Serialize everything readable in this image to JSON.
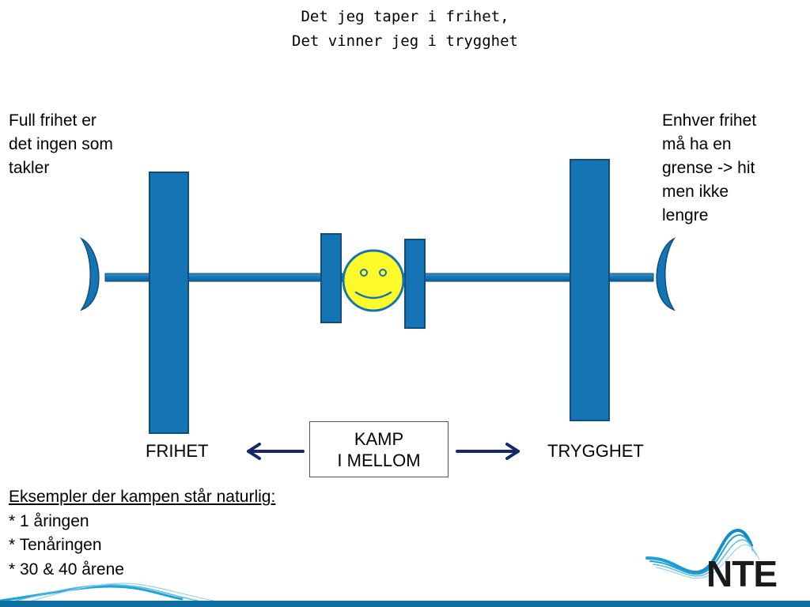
{
  "title": {
    "line1": "Det jeg taper i frihet,",
    "line2": "Det vinner jeg i trygghet"
  },
  "left_note": {
    "line1": "Full frihet er",
    "line2": "det ingen som",
    "line3": "takler"
  },
  "right_note": {
    "line1": "Enhver frihet",
    "line2": "må ha en",
    "line3": "grense -> hit",
    "line4": "men ikke",
    "line5": "lengre"
  },
  "labels": {
    "left": "FRIHET",
    "right": "TRYGGHET",
    "kamp_line1": "KAMP",
    "kamp_line2": "I MELLOM"
  },
  "examples": {
    "heading": "Eksempler der kampen står naturlig:",
    "items": [
      "* 1 åringen",
      "* Tenåringen",
      "* 30 & 40 årene"
    ]
  },
  "logo": {
    "text": "NTE"
  },
  "colors": {
    "bar_fill": "#1474b4",
    "bar_stroke": "#0c4f7e",
    "smiley_fill": "#fffb2a",
    "arrow": "#13296b",
    "footer": "#0f6fa2"
  }
}
